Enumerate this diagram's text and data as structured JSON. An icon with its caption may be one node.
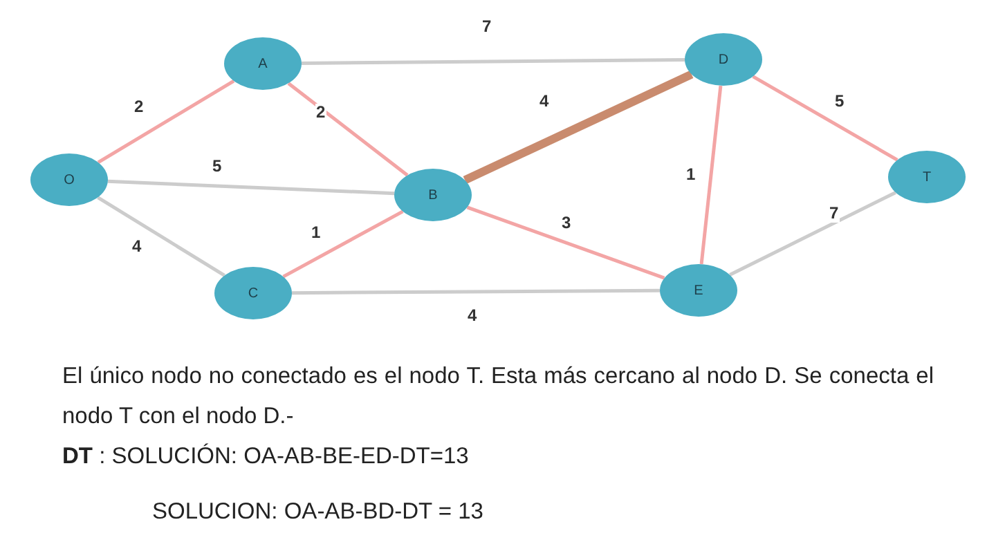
{
  "diagram": {
    "nodes": [
      {
        "text": [
          "O"
        ]
      },
      {
        "text": [
          "A"
        ]
      },
      {
        "text": [
          "B"
        ]
      },
      {
        "text": [
          "C"
        ]
      },
      {
        "text": [
          "D"
        ]
      },
      {
        "text": [
          "E"
        ]
      },
      {
        "text": [
          "T"
        ]
      }
    ],
    "edges": [
      {
        "from": 0,
        "to": 1,
        "arrow": "none",
        "label": "2"
      },
      {
        "from": 1,
        "to": 4,
        "arrow": "none",
        "label": "7",
        "color": "#cccccc"
      },
      {
        "from": 1,
        "to": 2,
        "arrow": "none",
        "label": "2"
      },
      {
        "from": 0,
        "to": 2,
        "arrow": "none",
        "label": "5",
        "color": "#cccccc"
      },
      {
        "from": 2,
        "to": 4,
        "arrow": "none",
        "label": "4",
        "style": "thick",
        "color": "#c98b6e"
      },
      {
        "from": 4,
        "to": 5,
        "arrow": "none",
        "label": "1"
      },
      {
        "from": 4,
        "to": 6,
        "arrow": "none",
        "label": "5"
      },
      {
        "from": 0,
        "to": 3,
        "arrow": "none",
        "label": "4",
        "color": "#cccccc"
      },
      {
        "from": 3,
        "to": 2,
        "arrow": "none",
        "label": "1"
      },
      {
        "from": 2,
        "to": 5,
        "arrow": "none",
        "label": "3"
      },
      {
        "from": 5,
        "to": 6,
        "arrow": "none",
        "label": "7",
        "color": "#cccccc"
      },
      {
        "from": 3,
        "to": 5,
        "arrow": "none",
        "label": "4",
        "color": "#cccccc"
      }
    ],
    "labels": [
      "El único nodo no conectado es el nodo T. Esta  más cercano al nodo D. Se conecta el nodo T con el nodo D.-",
      "**DT**  : SOLUCIÓN: OA-AB-BE-ED-DT=13",
      "SOLUCION: OA-AB-BD-DT = 13"
    ]
  }
}
